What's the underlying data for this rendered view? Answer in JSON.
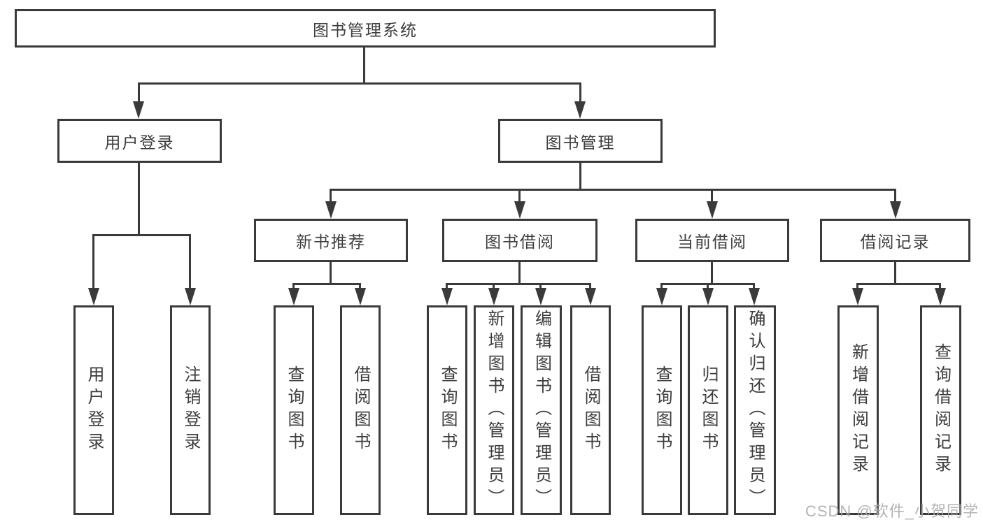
{
  "diagram": {
    "root_label": "图书管理系统",
    "branches": {
      "user_login": {
        "label": "用户登录",
        "leaves": [
          "用户登录",
          "注销登录"
        ]
      },
      "book_mgmt": {
        "label": "图书管理",
        "groups": [
          {
            "label": "新书推荐",
            "leaves": [
              "查询图书",
              "借阅图书"
            ]
          },
          {
            "label": "图书借阅",
            "leaves": [
              "查询图书",
              "新增图书（管理员）",
              "编辑图书（管理员）",
              "借阅图书"
            ]
          },
          {
            "label": "当前借阅",
            "leaves": [
              "查询图书",
              "归还图书",
              "确认归还（管理员）"
            ]
          },
          {
            "label": "借阅记录",
            "leaves": [
              "新增借阅记录",
              "查询借阅记录"
            ]
          }
        ]
      }
    }
  },
  "watermark": "CSDN @软件_小贺同学",
  "colors": {
    "line": "#3a3a3a",
    "text": "#3d3d3d",
    "watermark": "#ababab",
    "background": "#ffffff"
  }
}
